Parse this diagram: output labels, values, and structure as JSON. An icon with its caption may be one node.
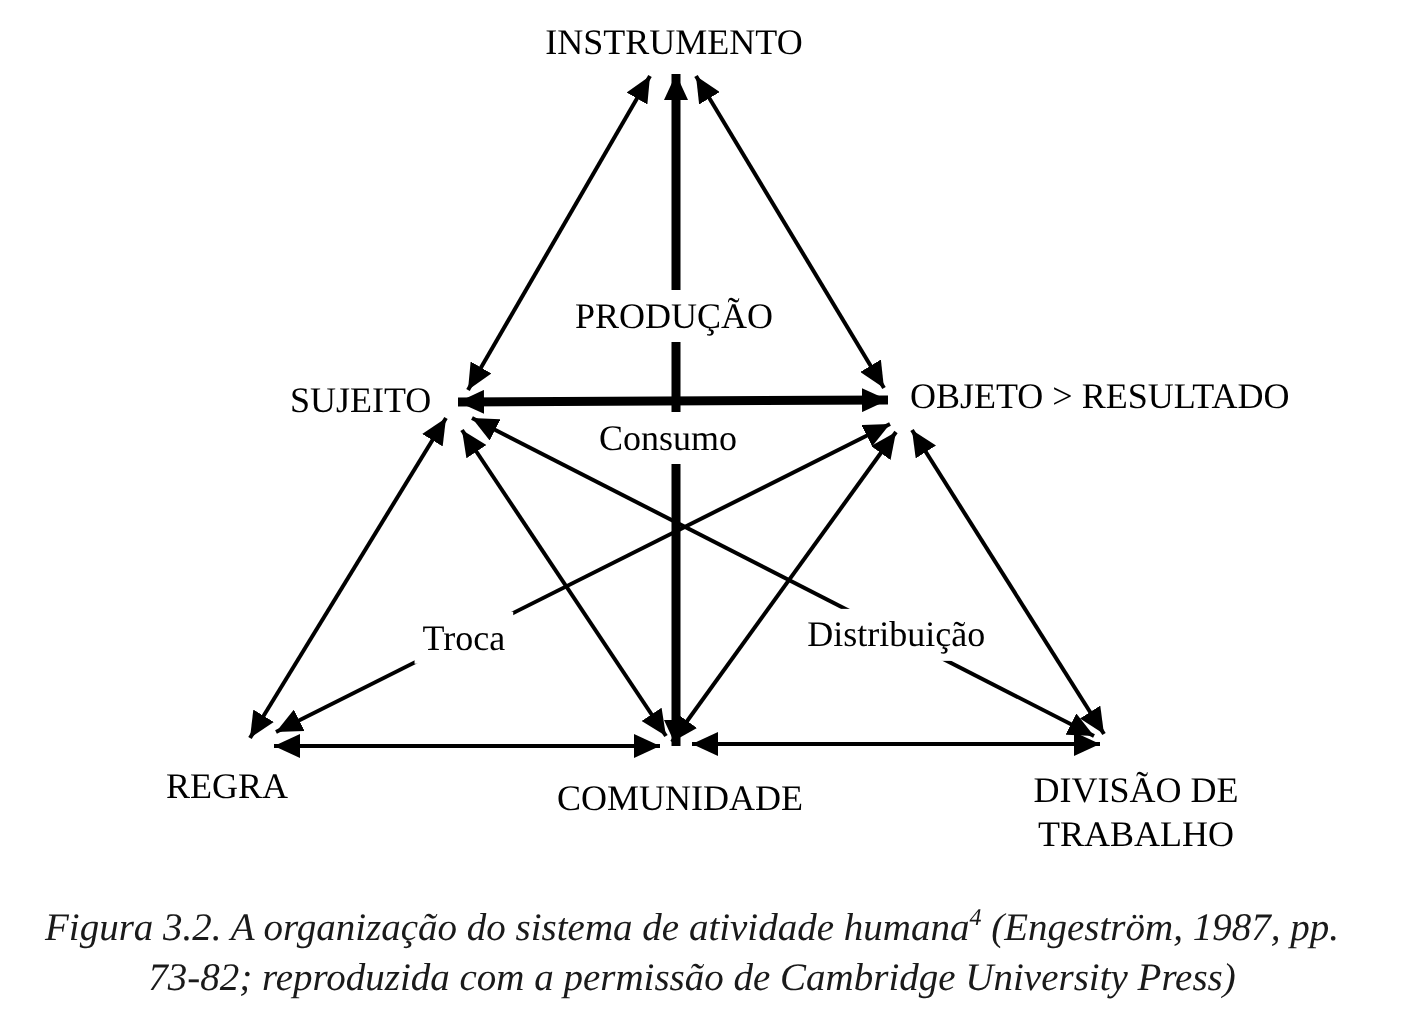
{
  "diagram": {
    "nodes": [
      {
        "text": [
          "INSTRUMENTO"
        ]
      },
      {
        "text": [
          "SUJEITO"
        ]
      },
      {
        "text": [
          "OBJETO > RESULTADO"
        ]
      },
      {
        "text": [
          "REGRA"
        ]
      },
      {
        "text": [
          "COMUNIDADE"
        ]
      },
      {
        "text": [
          "DIVISÃO DE TRABALHO"
        ]
      }
    ],
    "edges": [
      {
        "from": 0,
        "to": 1,
        "arrow": "both"
      },
      {
        "from": 0,
        "to": 2,
        "arrow": "both"
      },
      {
        "from": 0,
        "to": 4,
        "arrow": "both",
        "style": "thick"
      },
      {
        "from": 1,
        "to": 2,
        "arrow": "both",
        "style": "thick"
      },
      {
        "from": 1,
        "to": 3,
        "arrow": "both"
      },
      {
        "from": 1,
        "to": 4,
        "arrow": "both"
      },
      {
        "from": 1,
        "to": 5,
        "arrow": "both",
        "label": "Distribuição"
      },
      {
        "from": 3,
        "to": 2,
        "arrow": "both",
        "label": "Troca"
      },
      {
        "from": 4,
        "to": 2,
        "arrow": "both"
      },
      {
        "from": 2,
        "to": 5,
        "arrow": "both"
      },
      {
        "from": 3,
        "to": 4,
        "arrow": "both"
      },
      {
        "from": 4,
        "to": 5,
        "arrow": "both"
      }
    ],
    "labels": [
      "PRODUÇÃO",
      "Consumo"
    ],
    "caption": "Figura 3.2. A organização do sistema de atividade humana$^{4}$ (Engeström, 1987, pp. 73-82; reproduzida com a permissão de Cambridge University Press)"
  }
}
